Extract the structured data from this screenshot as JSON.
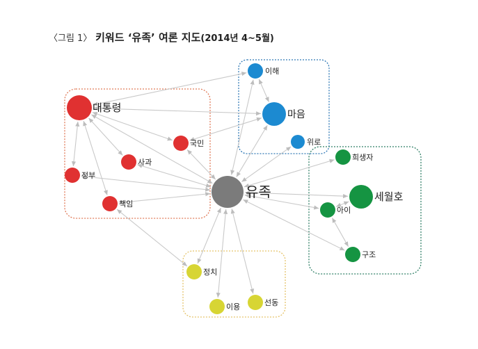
{
  "title": {
    "number": "〈그림 1〉",
    "main": "키워드 ‘유족’ 여론 지도",
    "sub": "(2014년 4~5월)"
  },
  "colors": {
    "red": "#e03131",
    "blue": "#1c8ad1",
    "green": "#159442",
    "yellow": "#d7d534",
    "gray": "#7b7b7b",
    "edge": "#c9c9c9",
    "box_red": "#e07a58",
    "box_blue": "#2f78b5",
    "box_green": "#2f7f66",
    "box_yellow": "#e5c36a"
  },
  "nodes": [
    {
      "id": "center",
      "label": "유족",
      "group": "gray"
    },
    {
      "id": "president",
      "label": "대통령",
      "group": "red"
    },
    {
      "id": "citizens",
      "label": "국민",
      "group": "red"
    },
    {
      "id": "apology",
      "label": "사과",
      "group": "red"
    },
    {
      "id": "government",
      "label": "정부",
      "group": "red"
    },
    {
      "id": "responsibility",
      "label": "책임",
      "group": "red"
    },
    {
      "id": "understanding",
      "label": "이해",
      "group": "blue"
    },
    {
      "id": "heart",
      "label": "마음",
      "group": "blue"
    },
    {
      "id": "comfort",
      "label": "위로",
      "group": "blue"
    },
    {
      "id": "victim",
      "label": "희생자",
      "group": "green"
    },
    {
      "id": "sewol",
      "label": "세월호",
      "group": "green"
    },
    {
      "id": "child",
      "label": "아이",
      "group": "green"
    },
    {
      "id": "rescue",
      "label": "구조",
      "group": "green"
    },
    {
      "id": "politics",
      "label": "정치",
      "group": "yellow"
    },
    {
      "id": "use",
      "label": "이용",
      "group": "yellow"
    },
    {
      "id": "incite",
      "label": "선동",
      "group": "yellow"
    }
  ],
  "edges": [
    [
      "center",
      "president"
    ],
    [
      "center",
      "citizens"
    ],
    [
      "center",
      "apology"
    ],
    [
      "center",
      "government"
    ],
    [
      "center",
      "responsibility"
    ],
    [
      "center",
      "understanding"
    ],
    [
      "center",
      "heart"
    ],
    [
      "center",
      "comfort"
    ],
    [
      "center",
      "victim"
    ],
    [
      "center",
      "sewol"
    ],
    [
      "center",
      "child"
    ],
    [
      "center",
      "rescue"
    ],
    [
      "center",
      "politics"
    ],
    [
      "center",
      "use"
    ],
    [
      "center",
      "incite"
    ],
    [
      "president",
      "government"
    ],
    [
      "president",
      "apology"
    ],
    [
      "president",
      "responsibility"
    ],
    [
      "president",
      "citizens"
    ],
    [
      "president",
      "heart"
    ],
    [
      "understanding",
      "heart"
    ],
    [
      "understanding",
      "president"
    ],
    [
      "citizens",
      "heart"
    ],
    [
      "child",
      "sewol"
    ],
    [
      "rescue",
      "child"
    ],
    [
      "responsibility",
      "politics"
    ]
  ],
  "groups": [
    {
      "id": "red-group",
      "color": "box_red"
    },
    {
      "id": "blue-group",
      "color": "box_blue"
    },
    {
      "id": "green-group",
      "color": "box_green"
    },
    {
      "id": "yellow-group",
      "color": "box_yellow"
    }
  ]
}
